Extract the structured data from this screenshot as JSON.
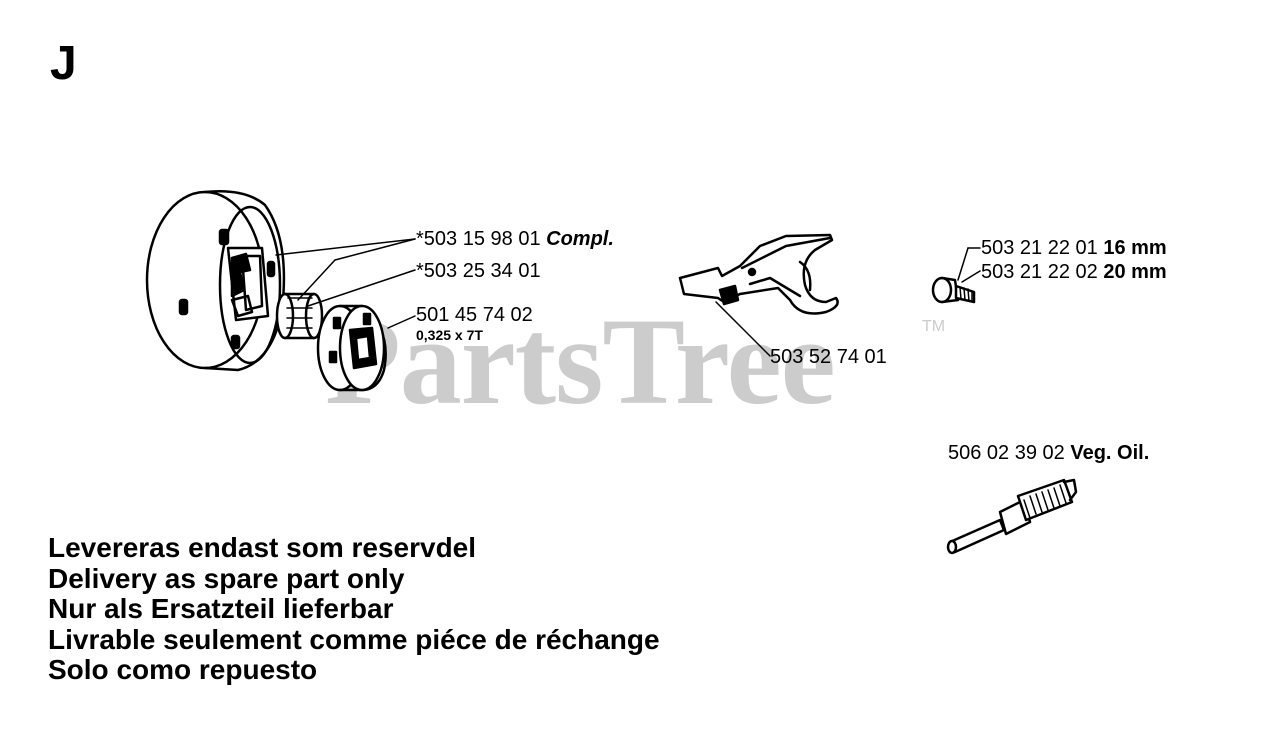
{
  "section": {
    "letter": "J"
  },
  "watermark": {
    "text": "PartsTree",
    "tm": "TM",
    "color": "#cccccc"
  },
  "callouts": {
    "clutch_drum": {
      "number": "*503 15 98 01",
      "suffix": "Compl."
    },
    "needle_bearing": {
      "number": "*503 25 34 01"
    },
    "rim_sprocket": {
      "number": "501 45 74 02",
      "spec": "0,325 x 7T"
    },
    "chain_catcher": {
      "number": "503 52 74 01"
    },
    "screw_16": {
      "number": "503 21 22 01",
      "size": "16 mm"
    },
    "screw_20": {
      "number": "503 21 22 02",
      "size": "20 mm"
    },
    "oil_pump_drive": {
      "number": "506 02 39 02",
      "suffix": "Veg. Oil."
    }
  },
  "notes": [
    "Levereras endast som reservdel",
    "Delivery as spare part only",
    "Nur als Ersatzteil lieferbar",
    "Livrable seulement comme piéce de réchange",
    "Solo como repuesto"
  ]
}
